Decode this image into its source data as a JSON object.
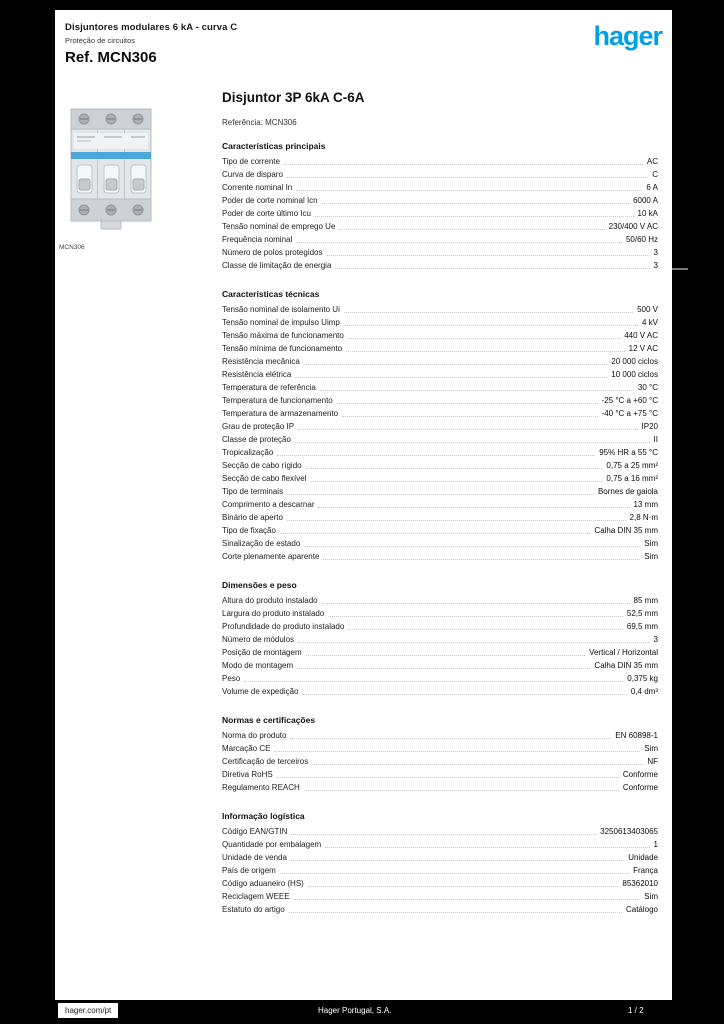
{
  "header": {
    "family": "Disjuntores modulares 6 kA - curva C",
    "subfamily": "Proteção de circuitos",
    "reference": "Ref. MCN306",
    "logo": "hager"
  },
  "product": {
    "title": "Disjuntor 3P 6kA C-6A",
    "subtitle": "Referência: MCN306",
    "image_caption": "MCN306"
  },
  "sections": [
    {
      "title": "Características principais",
      "rows": [
        [
          "Tipo de corrente",
          "AC"
        ],
        [
          "Curva de disparo",
          "C"
        ],
        [
          "Corrente nominal In",
          "6 A"
        ],
        [
          "Poder de corte nominal Icn",
          "6000 A"
        ],
        [
          "Poder de corte último Icu",
          "10 kA"
        ],
        [
          "Tensão nominal de emprego Ue",
          "230/400 V AC"
        ],
        [
          "Frequência nominal",
          "50/60 Hz"
        ],
        [
          "Número de polos protegidos",
          "3"
        ],
        [
          "Classe de limitação de energia",
          "3"
        ]
      ]
    },
    {
      "title": "Características técnicas",
      "rows": [
        [
          "Tensão nominal de isolamento Ui",
          "500 V"
        ],
        [
          "Tensão nominal de impulso Uimp",
          "4 kV"
        ],
        [
          "Tensão máxima de funcionamento",
          "440 V AC"
        ],
        [
          "Tensão mínima de funcionamento",
          "12 V AC"
        ],
        [
          "Resistência mecânica",
          "20 000 ciclos"
        ],
        [
          "Resistência elétrica",
          "10 000 ciclos"
        ],
        [
          "Temperatura de referência",
          "30 °C"
        ],
        [
          "Temperatura de funcionamento",
          "-25 °C a +60 °C"
        ],
        [
          "Temperatura de armazenamento",
          "-40 °C a +75 °C"
        ],
        [
          "Grau de proteção IP",
          "IP20"
        ],
        [
          "Classe de proteção",
          "II"
        ],
        [
          "Tropicalização",
          "95% HR a 55 °C"
        ],
        [
          "Secção de cabo rígido",
          "0,75 a 25 mm²"
        ],
        [
          "Secção de cabo flexível",
          "0,75 a 16 mm²"
        ],
        [
          "Tipo de terminais",
          "Bornes de gaiola"
        ],
        [
          "Comprimento a descarnar",
          "13 mm"
        ],
        [
          "Binário de aperto",
          "2,8 N·m"
        ],
        [
          "Tipo de fixação",
          "Calha DIN 35 mm"
        ],
        [
          "Sinalização de estado",
          "Sim"
        ],
        [
          "Corte plenamente aparente",
          "Sim"
        ]
      ]
    },
    {
      "title": "Dimensões e peso",
      "rows": [
        [
          "Altura do produto instalado",
          "85 mm"
        ],
        [
          "Largura do produto instalado",
          "52,5 mm"
        ],
        [
          "Profundidade do produto instalado",
          "69,5 mm"
        ],
        [
          "Número de módulos",
          "3"
        ],
        [
          "Posição de montagem",
          "Vertical / Horizontal"
        ],
        [
          "Modo de montagem",
          "Calha DIN 35 mm"
        ],
        [
          "Peso",
          "0,375 kg"
        ],
        [
          "Volume de expedição",
          "0,4 dm³"
        ]
      ]
    },
    {
      "title": "Normas e certificações",
      "rows": [
        [
          "Norma do produto",
          "EN 60898-1"
        ],
        [
          "Marcação CE",
          "Sim"
        ],
        [
          "Certificação de terceiros",
          "NF"
        ],
        [
          "Diretiva RoHS",
          "Conforme"
        ],
        [
          "Regulamento REACH",
          "Conforme"
        ]
      ]
    },
    {
      "title": "Informação logística",
      "rows": [
        [
          "Código EAN/GTIN",
          "3250613403065"
        ],
        [
          "Quantidade por embalagem",
          "1"
        ],
        [
          "Unidade de venda",
          "Unidade"
        ],
        [
          "País de origem",
          "França"
        ],
        [
          "Código aduaneiro (HS)",
          "85362010"
        ],
        [
          "Reciclagem WEEE",
          "Sim"
        ],
        [
          "Estatuto do artigo",
          "Catálogo"
        ]
      ]
    }
  ],
  "footer": {
    "site": "hager.com/pt",
    "company": "Hager Portugal, S.A.",
    "page": "1 / 2"
  },
  "colors": {
    "brand_blue": "#00a0e4",
    "page_bg": "#ffffff",
    "canvas_bg": "#000000"
  }
}
